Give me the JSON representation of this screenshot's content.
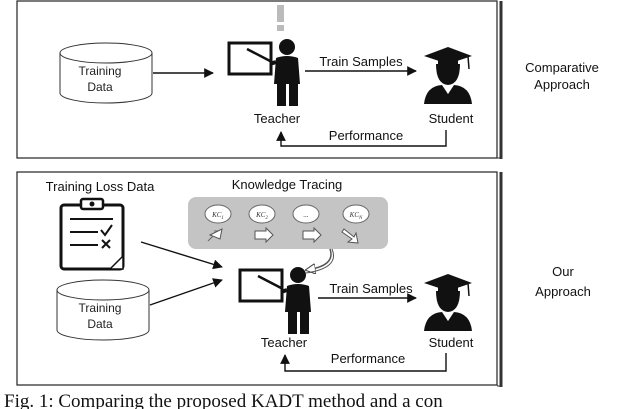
{
  "top_panel": {
    "database_label_line1": "Training",
    "database_label_line2": "Data",
    "edge_label_train": "Train Samples",
    "edge_label_feedback": "Performance",
    "teacher_label": "Teacher",
    "student_label": "Student",
    "side_label_line1": "Comparative",
    "side_label_line2": "Approach"
  },
  "bottom_panel": {
    "loss_data_label": "Training Loss Data",
    "knowledge_tracing_label": "Knowledge Tracing",
    "kc_items": [
      "KC",
      "KC",
      "...",
      "KC"
    ],
    "kc_subscripts": [
      "1",
      "2",
      "",
      "N"
    ],
    "database_label_line1": "Training",
    "database_label_line2": "Data",
    "edge_label_train": "Train Samples",
    "edge_label_feedback": "Performance",
    "teacher_label": "Teacher",
    "student_label": "Student",
    "side_label_line1": "Our",
    "side_label_line2": "Approach"
  },
  "caption": "Fig. 1: Comparing the proposed KADT method and a con"
}
